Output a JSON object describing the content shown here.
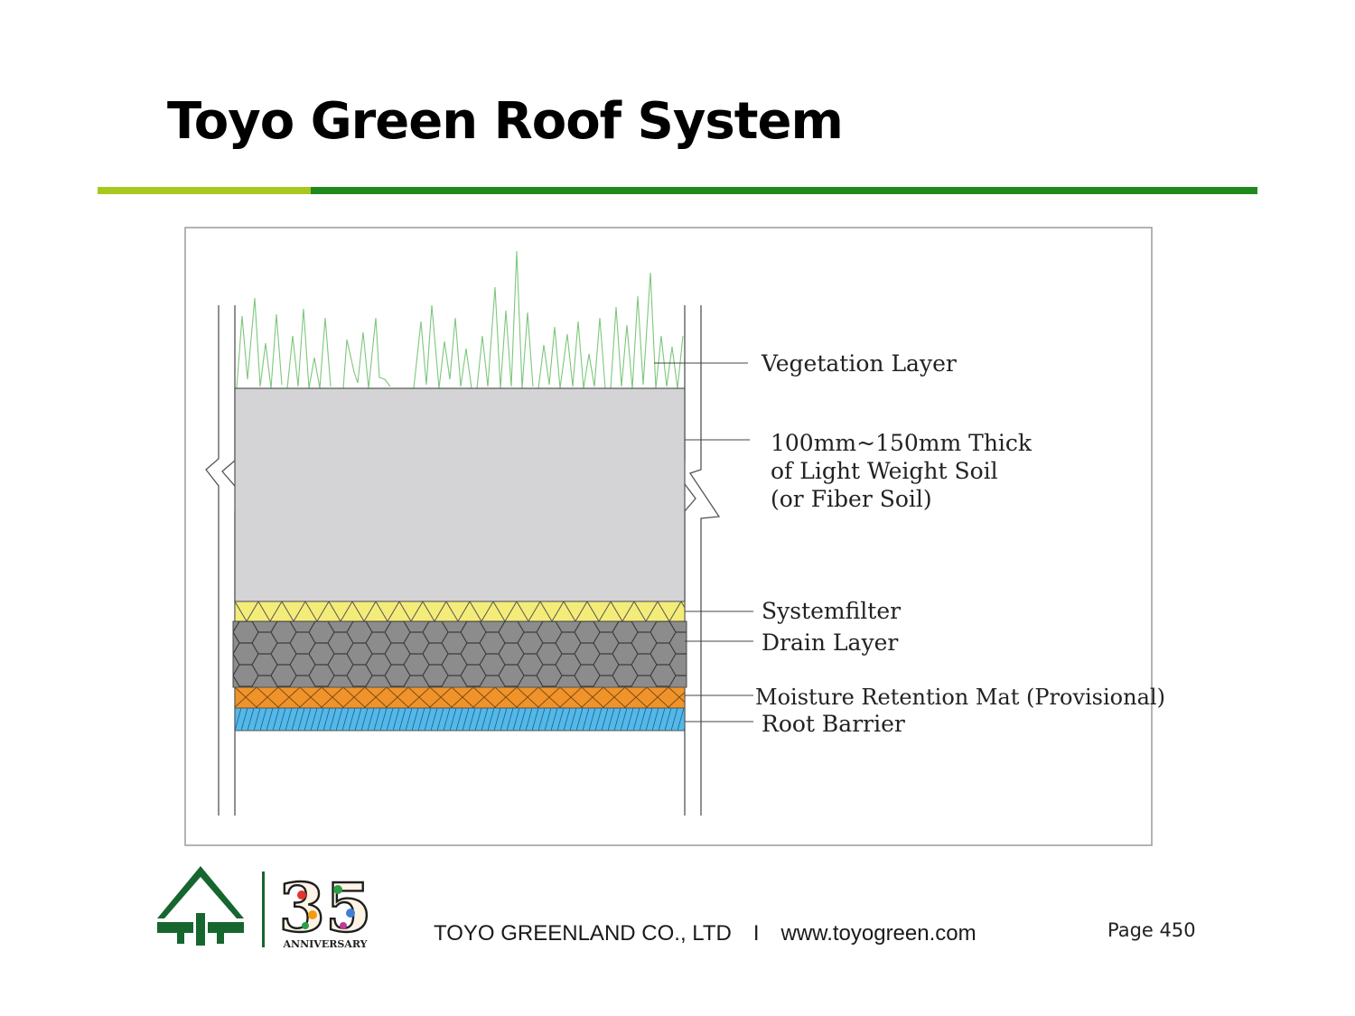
{
  "title": "Toyo Green Roof System",
  "colors": {
    "rule_light": "#a8c81e",
    "rule_dark": "#1e8a1e",
    "grass": "#7cc77c",
    "soil": "#d4d4d6",
    "filter": "#f4ec78",
    "drain": "#8c8c8c",
    "mat": "#f0932a",
    "barrier": "#54b8e8",
    "logo": "#17662f"
  },
  "layers": [
    {
      "label": "Vegetation Layer"
    },
    {
      "label_lines": [
        "100mm~150mm Thick",
        "of Light Weight Soil",
        "(or Fiber Soil)"
      ]
    },
    {
      "label": "Systemfilter"
    },
    {
      "label": "Drain Layer"
    },
    {
      "label": "Moisture Retention Mat (Provisional)"
    },
    {
      "label": "Root Barrier"
    }
  ],
  "footer": {
    "company": "TOYO GREENLAND CO., LTD",
    "separator": "I",
    "website": "www.toyogreen.com",
    "page": "Page 450",
    "anniversary_number": "35",
    "anniversary_word": "ANNIVERSARY"
  }
}
